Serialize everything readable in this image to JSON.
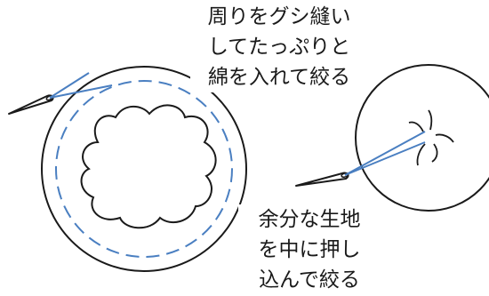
{
  "captions": {
    "top": [
      "周りをグシ縫い",
      "してたっぷりと",
      "綿を入れて絞る"
    ],
    "bottom": [
      "余分な生地",
      "を中に押し",
      "込んで絞る"
    ]
  },
  "colors": {
    "outline": "#1a1a1a",
    "thread": "#4a7fc1"
  },
  "icons": {
    "needle": "sewing-needle-icon"
  }
}
